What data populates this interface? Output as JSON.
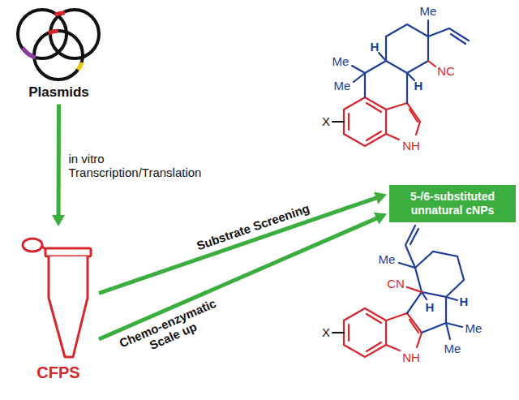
{
  "diagram": {
    "nodes": [
      {
        "text": [
          "Plasmids"
        ]
      },
      {
        "text": [
          "CFPS"
        ]
      },
      {
        "text": [
          "5-/6-substituted unnatural cNPs"
        ]
      }
    ],
    "edges": [
      {
        "from": 0,
        "to": 1,
        "arrow": "to",
        "label": "in vitro Transcription/Translation"
      },
      {
        "from": 1,
        "to": 2,
        "arrow": "to",
        "label": "Substrate Screening"
      },
      {
        "from": 1,
        "to": 2,
        "arrow": "to",
        "label": "Chemo-enzymatic Scale up"
      }
    ],
    "labels": [
      "Me",
      "Me",
      "Me",
      "H",
      "H",
      "NC",
      "X",
      "NH",
      "Me",
      "CN",
      "H",
      "H",
      "Me",
      "Me",
      "X",
      "NH"
    ]
  }
}
